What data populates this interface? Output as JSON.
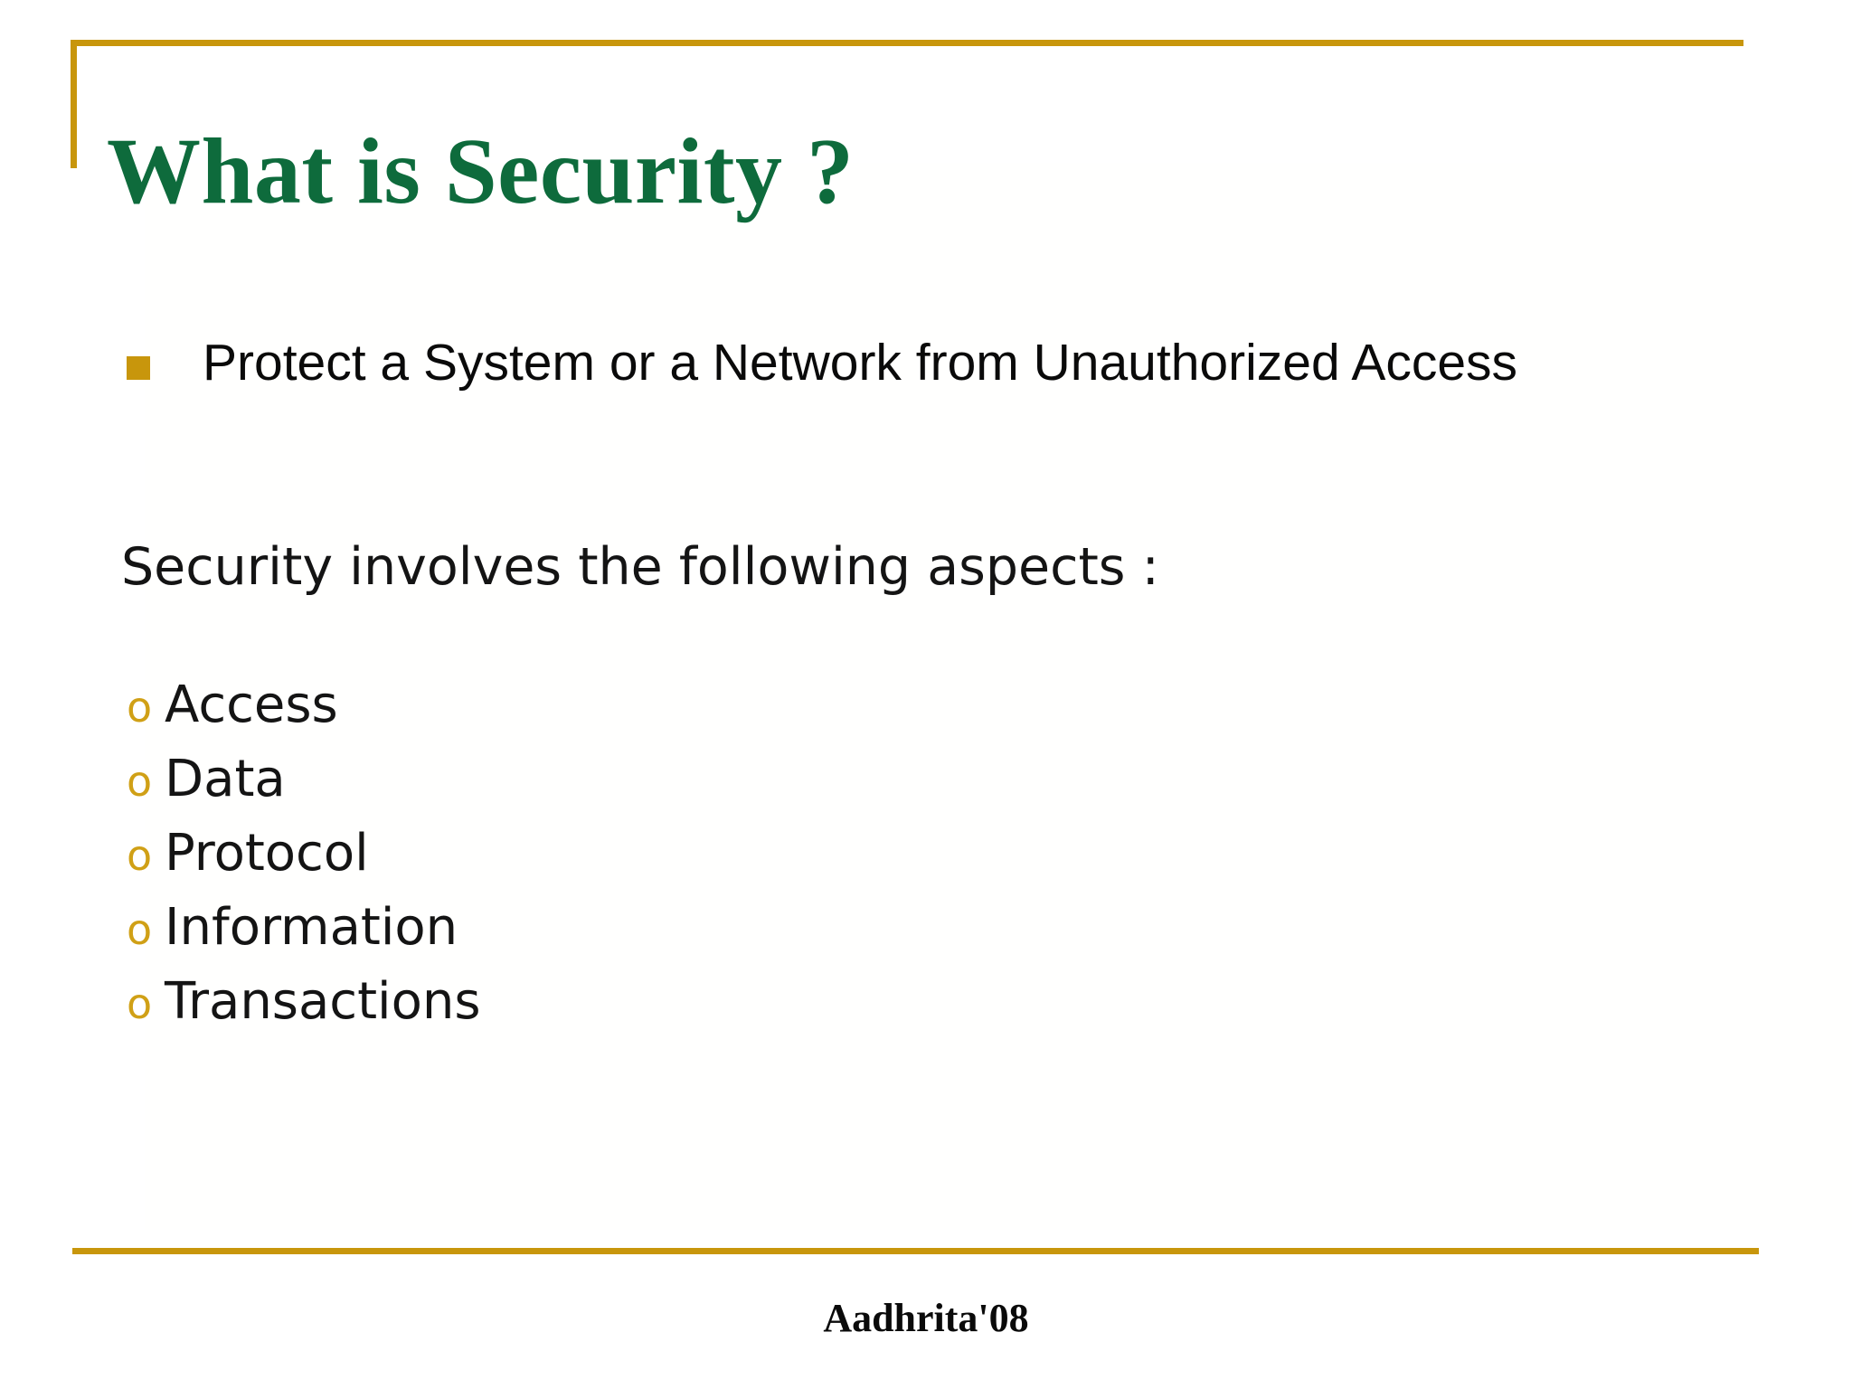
{
  "slide": {
    "title": "What is Security ?",
    "lead_bullet": {
      "marker": "square-bullet",
      "text": "Protect a System or a Network from Unauthorized Access"
    },
    "intro_line": "Security involves the following aspects :",
    "aspects": [
      {
        "marker": "o",
        "label": "Access"
      },
      {
        "marker": "o",
        "label": "Data"
      },
      {
        "marker": "o",
        "label": "Protocol"
      },
      {
        "marker": "o",
        "label": "Information"
      },
      {
        "marker": "o",
        "label": "Transactions"
      }
    ],
    "footer": "Aadhrita'08",
    "colors": {
      "title_green": "#0E6B3C",
      "rule_gold": "#C8960C",
      "square_bullet_gold": "#C8960C",
      "o_marker_gold": "#D0A016",
      "body_text": "#141414",
      "background": "#FFFFFF"
    }
  }
}
